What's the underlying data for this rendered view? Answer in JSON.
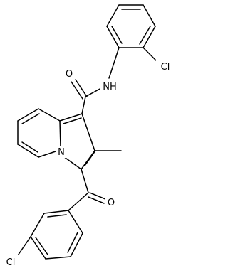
{
  "structure": {
    "atoms": {
      "cl_top": "Cl",
      "nh": "NH",
      "o_amide": "O",
      "n_ring": "N",
      "o_ketone": "O",
      "cl_bottom": "Cl"
    }
  }
}
